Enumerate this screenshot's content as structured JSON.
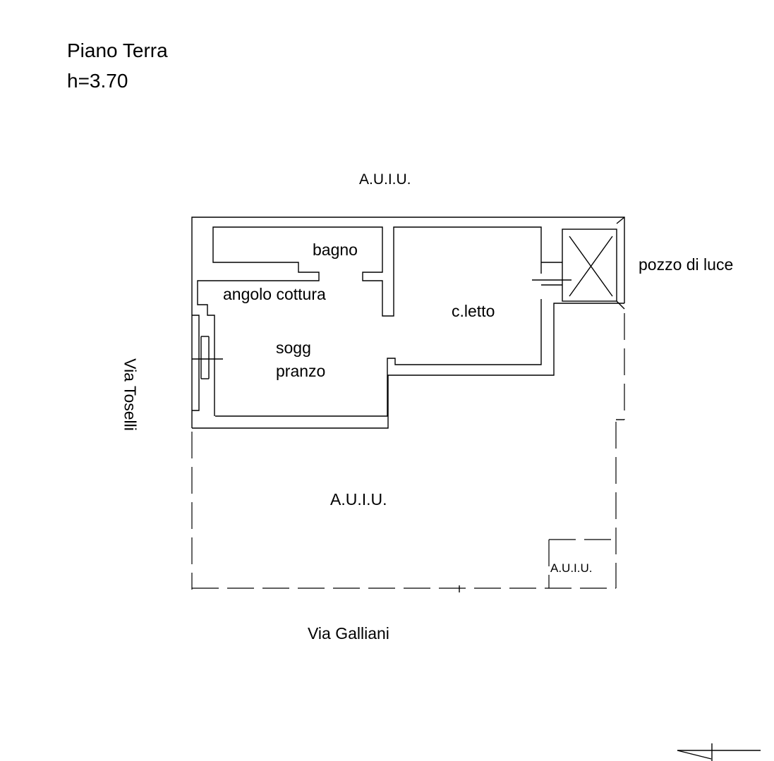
{
  "header": {
    "title": "Piano Terra",
    "height": "h=3.70"
  },
  "labels": {
    "north_neighbor": "A.U.I.U.",
    "lightwell": "pozzo di luce",
    "bathroom": "bagno",
    "kitchenette": "angolo cottura",
    "bedroom": "c.letto",
    "living_line1": "sogg",
    "living_line2": "pranzo",
    "south_neighbor": "A.U.I.U.",
    "corner_neighbor": "A.U.I.U.",
    "street_west": "Via Toselli",
    "street_south": "Via Galliani"
  }
}
